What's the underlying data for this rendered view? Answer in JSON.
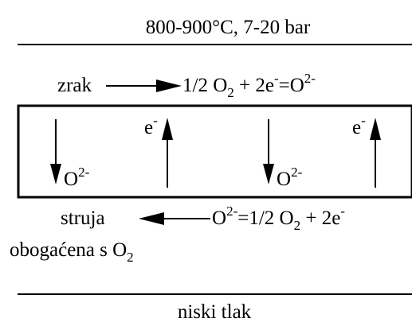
{
  "top_condition": "800-900°C, 7-20 bar",
  "bottom_condition": "niski tlak",
  "input": {
    "source": "zrak",
    "reaction": {
      "a": "1/2 O",
      "a_sub": "2",
      "b": " + 2e",
      "b_sup": "-",
      "c": "=O",
      "c_sup": "2-"
    }
  },
  "output": {
    "reaction": {
      "a": "O",
      "a_sup": "2-",
      "b": "=1/2 O",
      "b_sub": "2",
      "c": " + 2e",
      "c_sup": "-"
    },
    "product_line1": "struja",
    "product_line2_main": "obogaćena s O",
    "product_line2_sub": "2"
  },
  "membrane": {
    "ion": {
      "main": "O",
      "sup": "2-"
    },
    "electron": {
      "main": "e",
      "sup": "-"
    }
  },
  "colors": {
    "ink": "#000000",
    "background": "#ffffff"
  }
}
